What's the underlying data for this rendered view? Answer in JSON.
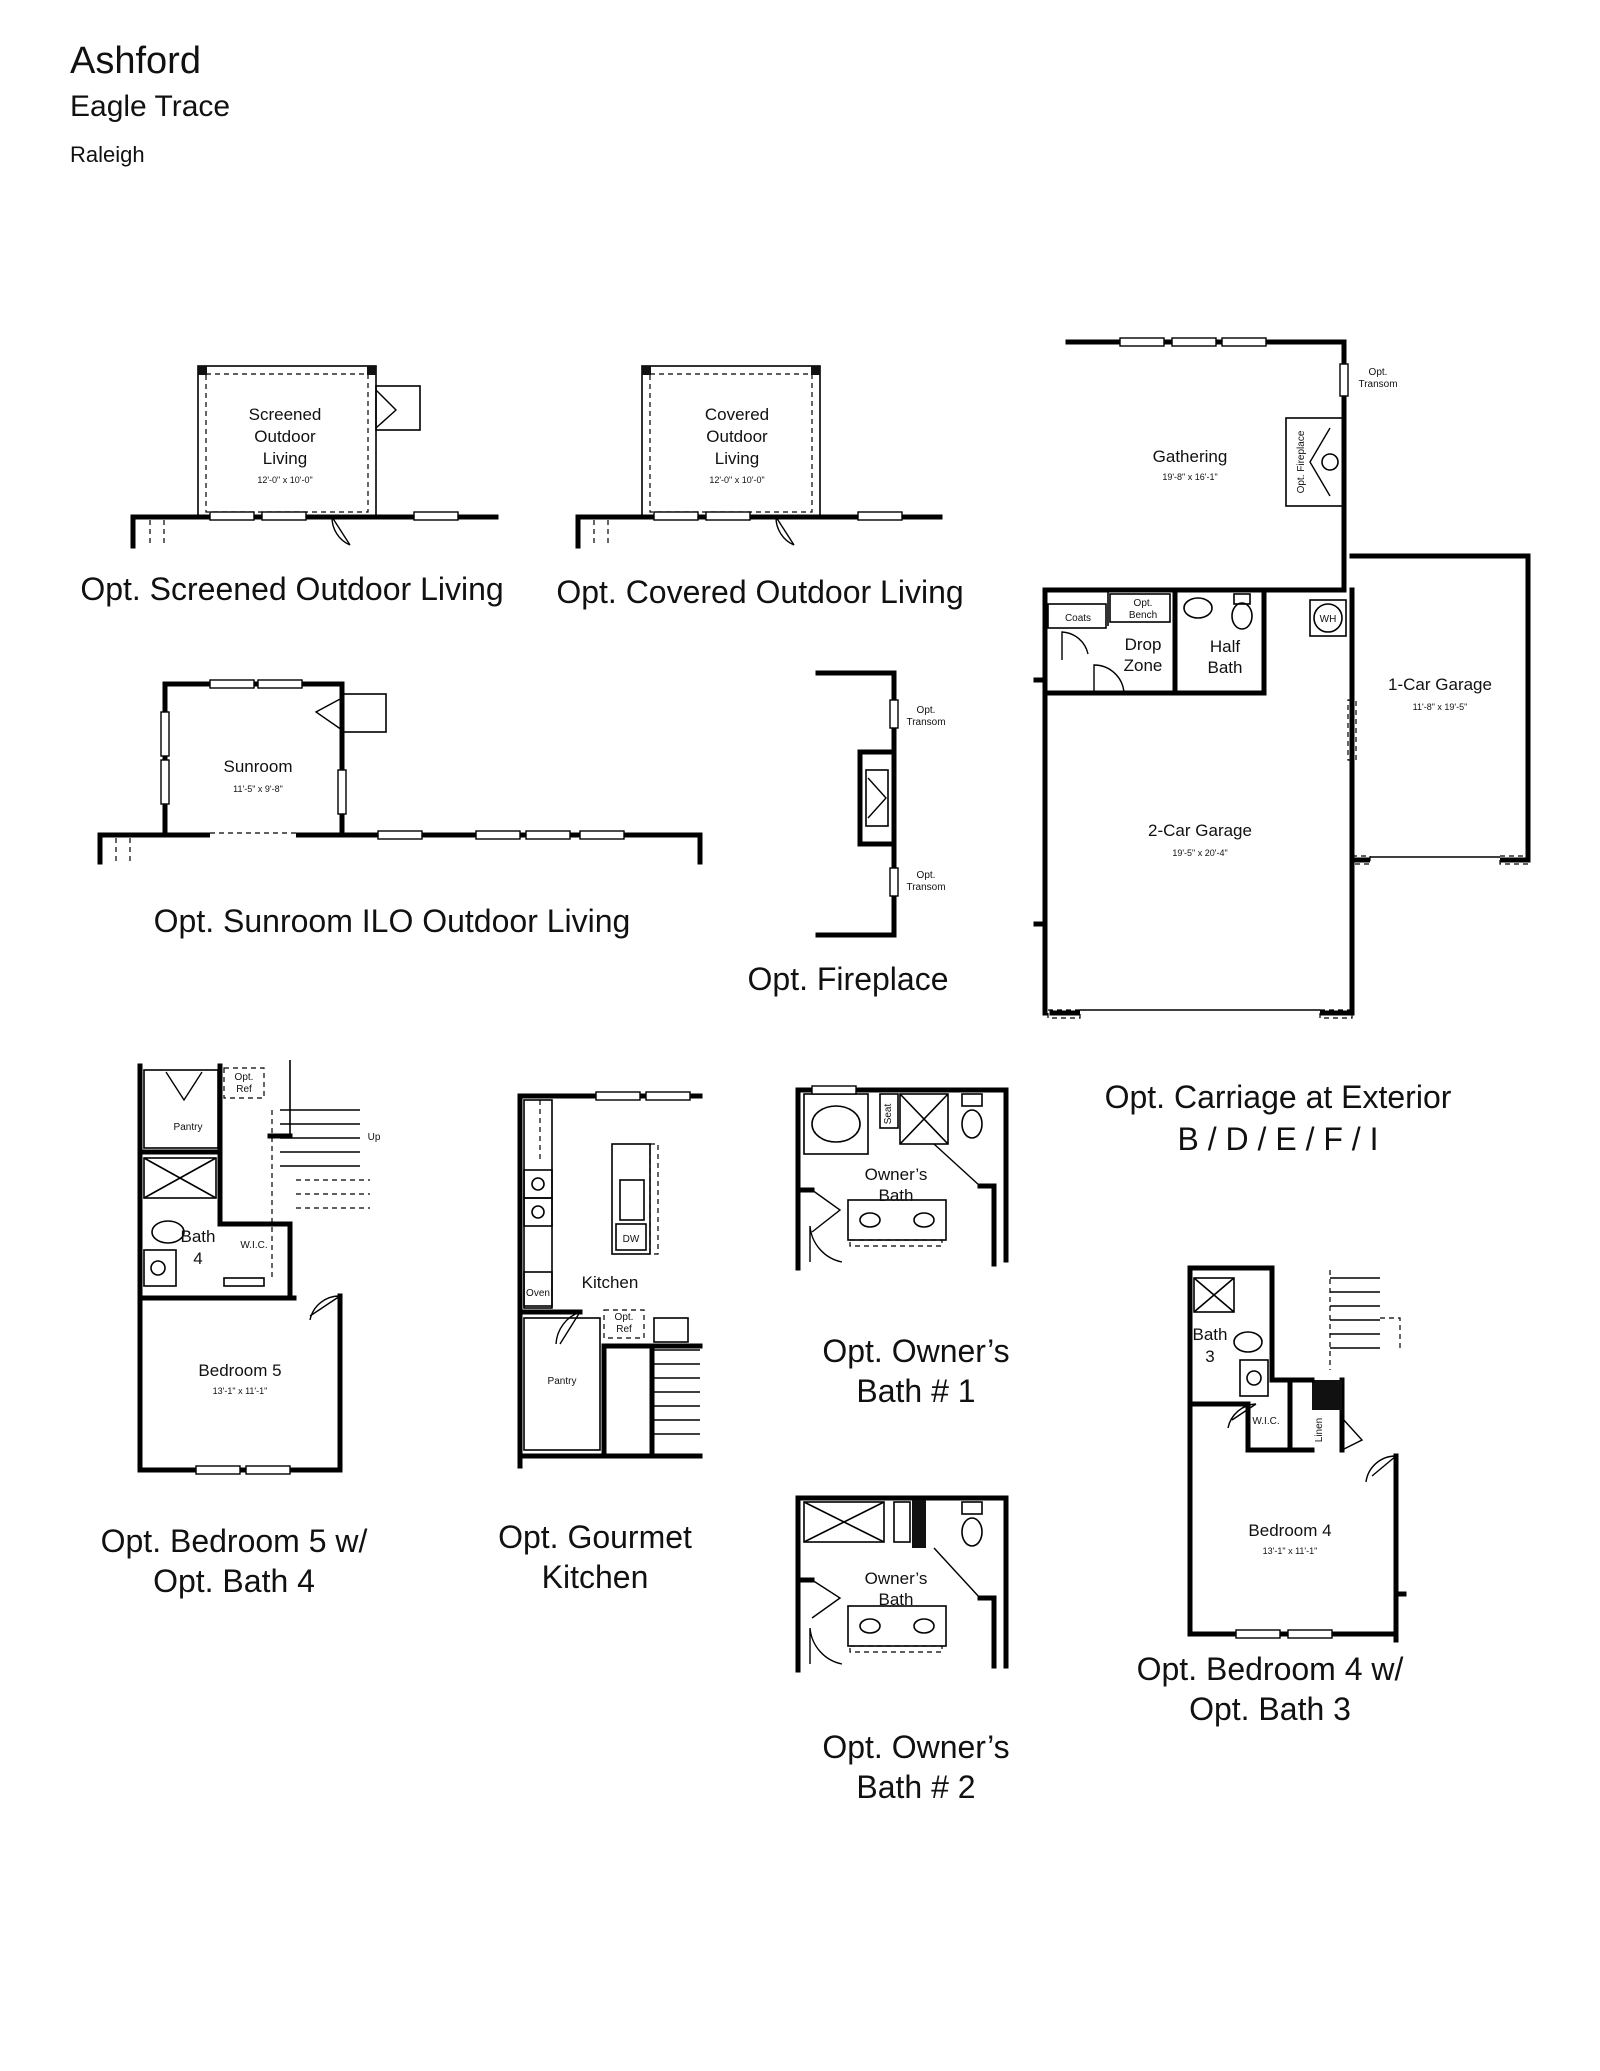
{
  "header": {
    "plan_name": "Ashford",
    "community": "Eagle Trace",
    "city": "Raleigh"
  },
  "captions": {
    "screened": "Opt. Screened Outdoor Living",
    "covered": "Opt. Covered Outdoor Living",
    "sunroom": "Opt. Sunroom ILO Outdoor Living",
    "fireplace": "Opt. Fireplace",
    "carriage_line1": "Opt. Carriage at Exterior",
    "carriage_line2": "B / D / E / F / I",
    "bedroom5_line1": "Opt. Bedroom 5 w/",
    "bedroom5_line2": "Opt. Bath 4",
    "gourmet_line1": "Opt. Gourmet",
    "gourmet_line2": "Kitchen",
    "owners1_line1": "Opt. Owner’s",
    "owners1_line2": "Bath # 1",
    "owners2_line1": "Opt. Owner’s",
    "owners2_line2": "Bath # 2",
    "bedroom4_line1": "Opt. Bedroom 4 w/",
    "bedroom4_line2": "Opt. Bath 3"
  },
  "rooms": {
    "screened": {
      "l1": "Screened",
      "l2": "Outdoor",
      "l3": "Living",
      "dim": "12'-0\" x 10'-0\""
    },
    "covered": {
      "l1": "Covered",
      "l2": "Outdoor",
      "l3": "Living",
      "dim": "12'-0\" x 10'-0\""
    },
    "sunroom": {
      "name": "Sunroom",
      "dim": "11'-5\" x 9'-8\""
    },
    "gathering": {
      "name": "Gathering",
      "dim": "19'-8\" x 16'-1\""
    },
    "garage1": {
      "name": "1-Car Garage",
      "dim": "11'-8\" x 19'-5\""
    },
    "garage2": {
      "name": "2-Car Garage",
      "dim": "19'-5\" x 20'-4\""
    },
    "drop_zone": {
      "l1": "Drop",
      "l2": "Zone"
    },
    "half_bath": {
      "l1": "Half",
      "l2": "Bath"
    },
    "bedroom5": {
      "name": "Bedroom 5",
      "dim": "13'-1\" x 11'-1\""
    },
    "bedroom4": {
      "name": "Bedroom 4",
      "dim": "13'-1\" x 11'-1\""
    },
    "bath4": {
      "l1": "Bath",
      "l2": "4"
    },
    "bath3": {
      "l1": "Bath",
      "l2": "3"
    },
    "owners_bath": {
      "l1": "Owner’s",
      "l2": "Bath"
    },
    "kitchen": {
      "name": "Kitchen"
    }
  },
  "labels": {
    "opt_transom_l1": "Opt.",
    "opt_transom_l2": "Transom",
    "opt_fireplace": "Opt. Fireplace",
    "coats": "Coats",
    "opt_bench_l1": "Opt.",
    "opt_bench_l2": "Bench",
    "wh": "WH",
    "pantry": "Pantry",
    "opt_ref_l1": "Opt.",
    "opt_ref_l2": "Ref",
    "up": "Up",
    "wic": "W.I.C.",
    "oven": "Oven",
    "dw": "DW",
    "seat": "Seat",
    "linen": "Linen"
  }
}
